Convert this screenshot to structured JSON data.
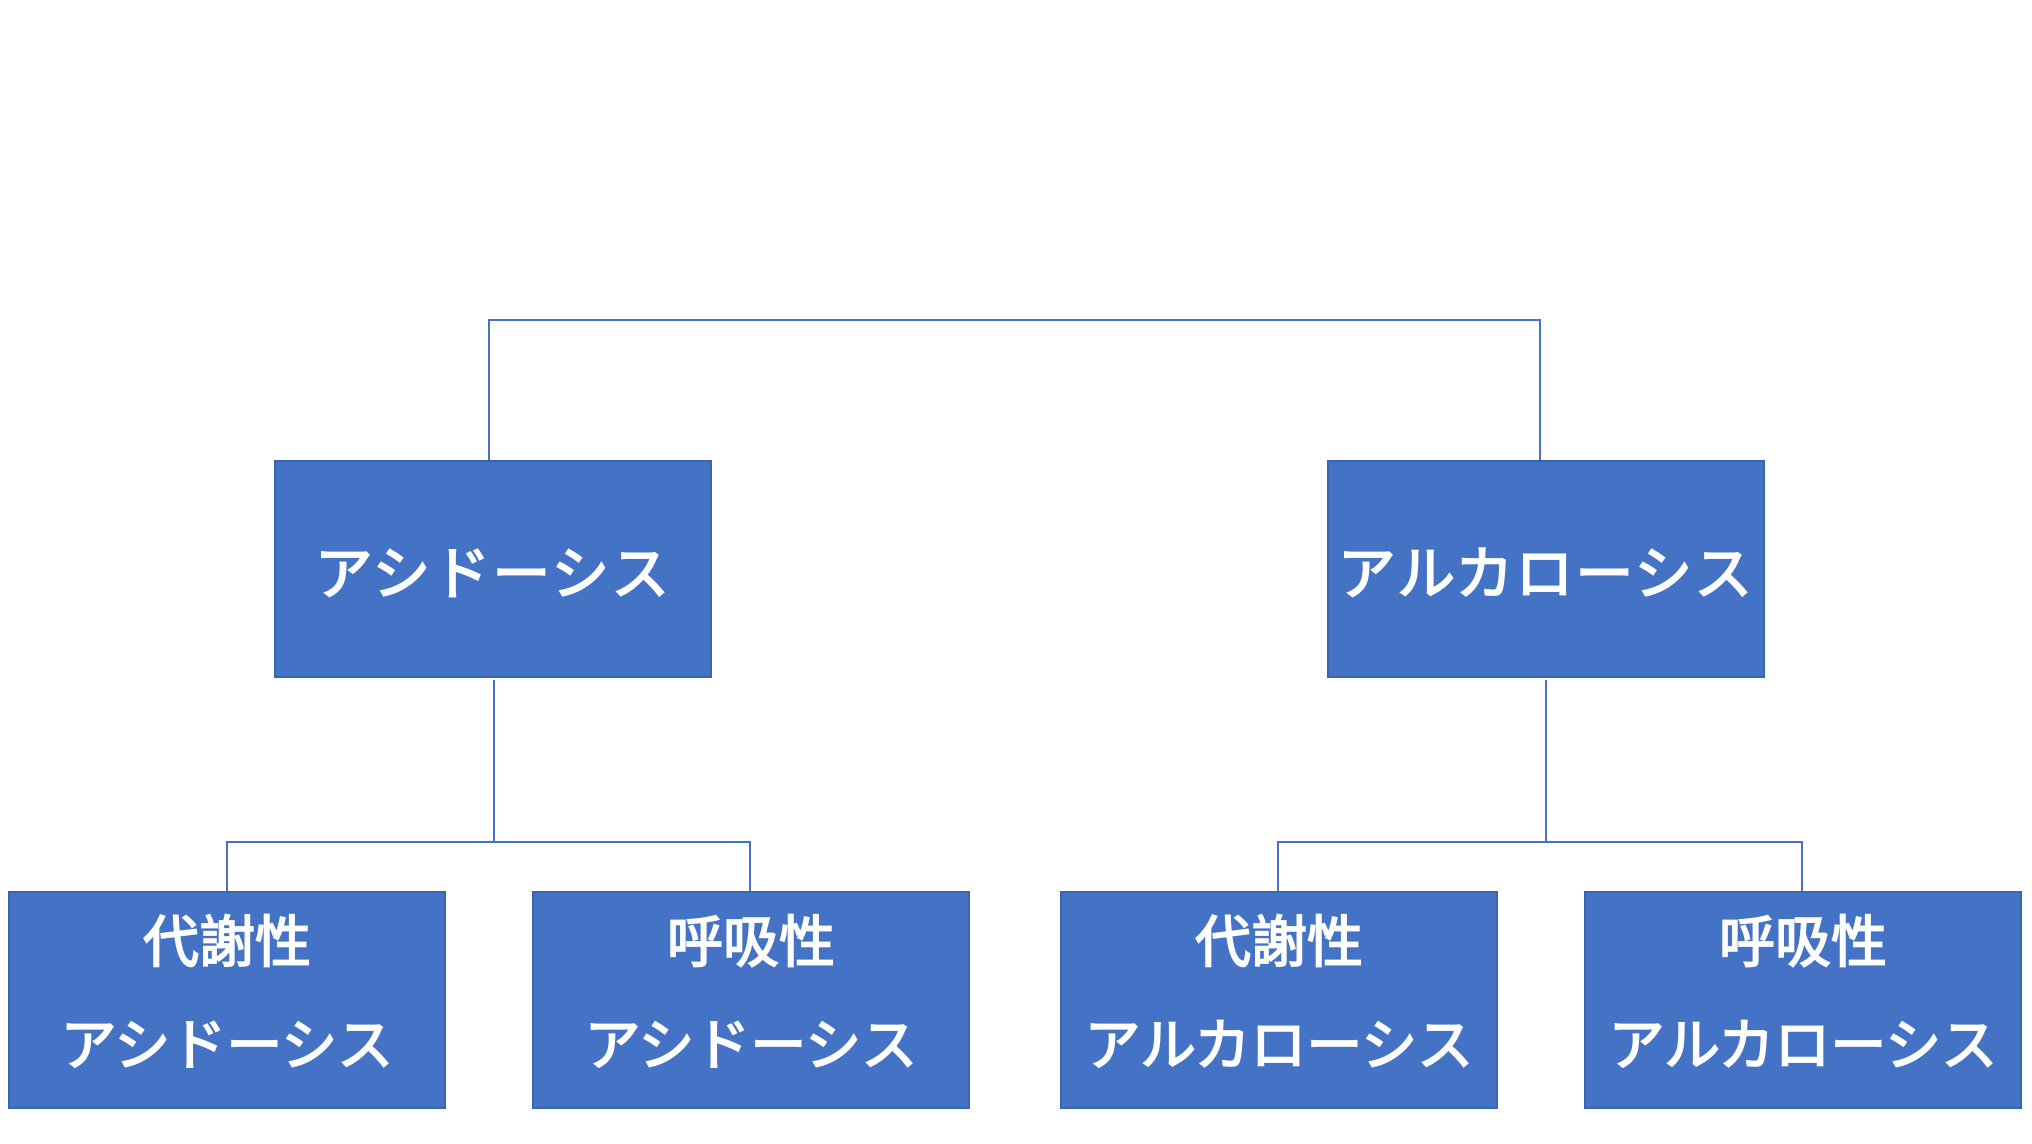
{
  "diagram": {
    "colors": {
      "box_fill": "#4472C4",
      "box_text": "#FFFFFF",
      "connector": "#4472C4"
    },
    "top_nodes": [
      {
        "label": "アシドーシス"
      },
      {
        "label": "アルカローシス"
      }
    ],
    "bottom_nodes": [
      {
        "line1": "代謝性",
        "line2": "アシドーシス"
      },
      {
        "line1": "呼吸性",
        "line2": "アシドーシス"
      },
      {
        "line1": "代謝性",
        "line2": "アルカローシス"
      },
      {
        "line1": "呼吸性",
        "line2": "アルカローシス"
      }
    ]
  }
}
